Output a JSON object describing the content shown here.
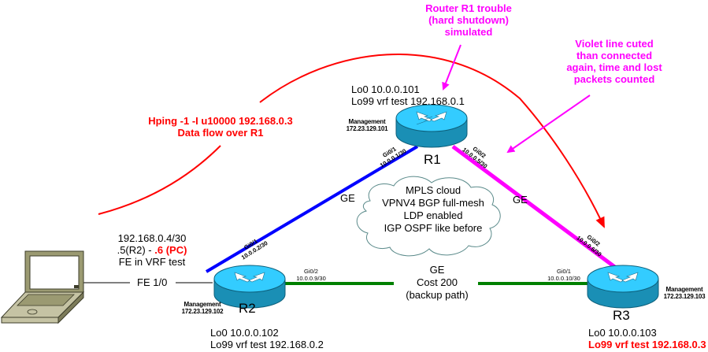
{
  "annotations": {
    "r1_trouble": [
      "Router R1 trouble",
      "(hard shutdown)",
      "simulated"
    ],
    "violet_line": [
      "Violet line cuted",
      "than connected",
      "again, time and lost",
      "packets counted"
    ],
    "hping": [
      "Hping -1 -I u10000 192.168.0.3",
      "Data flow over R1"
    ]
  },
  "routers": {
    "r1": {
      "name": "R1",
      "lo0": "Lo0 10.0.0.101",
      "lo99": "Lo99 vrf test 192.168.0.1",
      "mgmt_label": "Management",
      "mgmt_ip": "172.23.129.101"
    },
    "r2": {
      "name": "R2",
      "lo0": "Lo0 10.0.0.102",
      "lo99": "Lo99 vrf test 192.168.0.2",
      "mgmt_label": "Management",
      "mgmt_ip": "172.23.129.102"
    },
    "r3": {
      "name": "R3",
      "lo0": "Lo0 10.0.0.103",
      "lo99": "Lo99 vrf test 192.168.0.3",
      "mgmt_label": "Management",
      "mgmt_ip": "172.23.129.103"
    }
  },
  "links": {
    "r1_r2": {
      "r1_if": [
        "Gi0/1",
        "10.0.0.1/30"
      ],
      "r2_if": [
        "Gi0/1",
        "10.0.0.2/30"
      ],
      "type": "GE",
      "color": "#0000ff"
    },
    "r1_r3": {
      "r1_if": [
        "Gi0/2",
        "10.0.0.5/30"
      ],
      "r3_if": [
        "Gi0/2",
        "10.0.0.6/30"
      ],
      "type": "GE",
      "color": "#ff00ff"
    },
    "r2_r3": {
      "r2_if": [
        "Gi0/2",
        "10.0.0.9/30"
      ],
      "r3_if": [
        "Gi0/1",
        "10.0.0.10/30"
      ],
      "lines": [
        "GE",
        "Cost 200",
        "(backup path)"
      ],
      "color": "#008000"
    },
    "pc_r2": {
      "label": "FE 1/0",
      "subnet": "192.168.0.4/30",
      "addr_prefix": ".5(R2) - ",
      "addr_pc": ".6 (PC)",
      "note": "FE in VRF test"
    }
  },
  "cloud": {
    "lines": [
      "MPLS cloud",
      "VPNV4 BGP full-mesh",
      "LDP enabled",
      "IGP OSPF like before"
    ]
  },
  "colors": {
    "annotation_magenta": "#ff00ff",
    "annotation_red": "#ff0000",
    "router_top": "#33ccff",
    "router_side": "#1a8fb5"
  }
}
